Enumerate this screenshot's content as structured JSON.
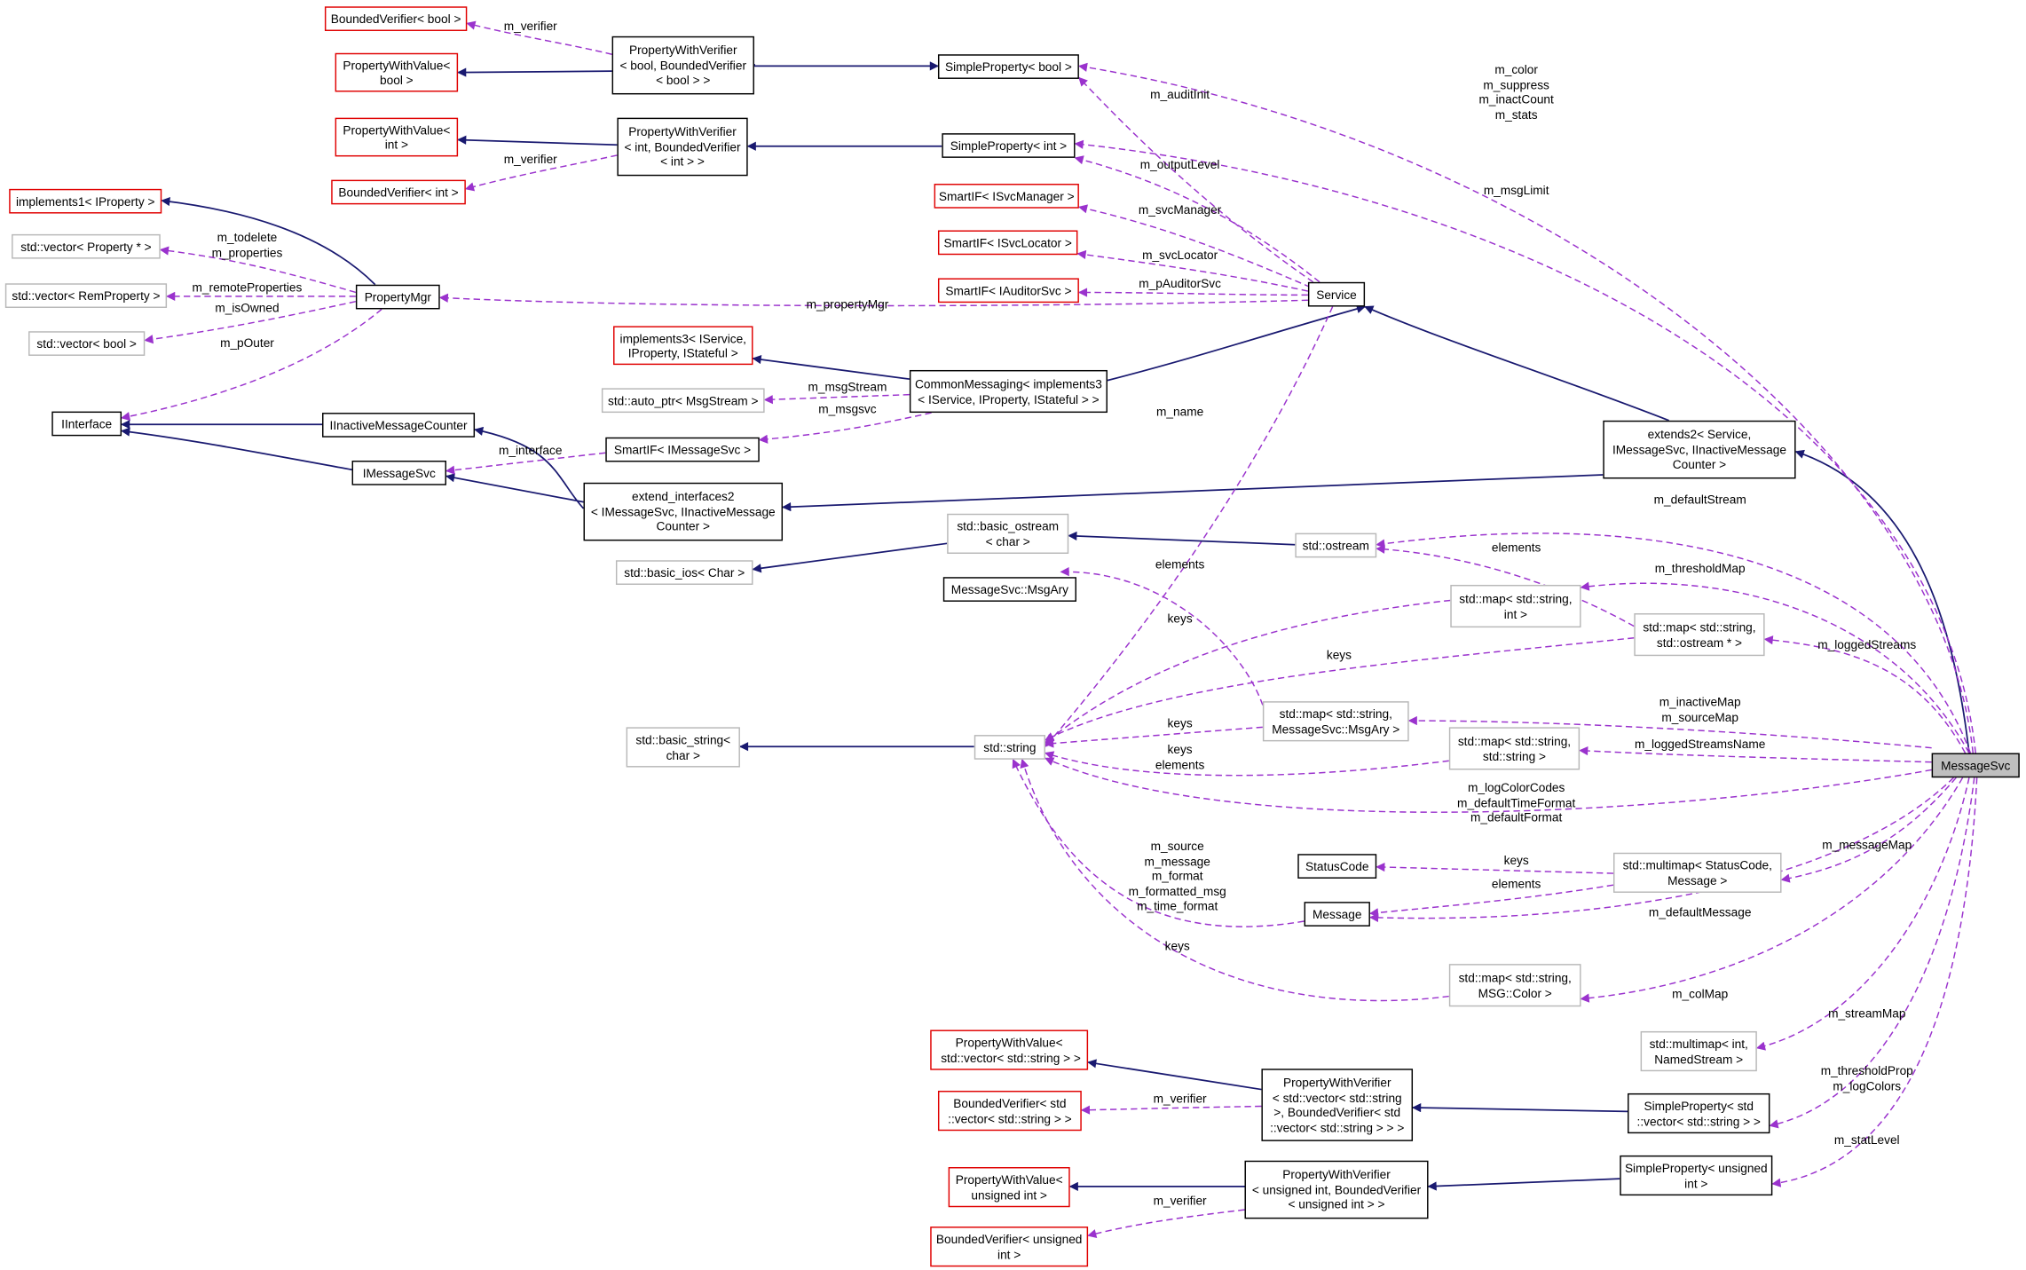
{
  "colors": {
    "inheritance": "#191970",
    "usage": "#9a32cd",
    "node_border": "#000000",
    "undocumented_border": "#e00000",
    "external_border": "#b8b8b8",
    "focus_fill": "#bfbfbf"
  },
  "nodes": {
    "bv_bool": "BoundedVerifier< bool >",
    "pwv_bool": "PropertyWithValue<\nbool >",
    "pwver_bool": "PropertyWithVerifier\n< bool, BoundedVerifier\n< bool > >",
    "sp_bool": "SimpleProperty< bool >",
    "pwv_int": "PropertyWithValue<\nint >",
    "pwver_int": "PropertyWithVerifier\n< int, BoundedVerifier\n< int > >",
    "sp_int": "SimpleProperty< int >",
    "bv_int": "BoundedVerifier< int >",
    "impl1": "implements1< IProperty >",
    "sif_svcmgr": "SmartIF< ISvcManager >",
    "sif_svcloc": "SmartIF< ISvcLocator >",
    "sif_auditor": "SmartIF< IAuditorSvc >",
    "vec_prop": "std::vector< Property * >",
    "vec_rem": "std::vector< RemProperty >",
    "propmgr": "PropertyMgr",
    "vec_bool": "std::vector< bool >",
    "service": "Service",
    "impl3": "implements3< IService,\nIProperty, IStateful >",
    "common": "CommonMessaging< implements3\n< IService, IProperty, IStateful > >",
    "autoptr": "std::auto_ptr< MsgStream >",
    "iinterface": "IInterface",
    "iinactive": "IInactiveMessageCounter",
    "extends2": "extends2< Service,\nIMessageSvc, IInactiveMessage\nCounter >",
    "sif_msgsvc": "SmartIF< IMessageSvc >",
    "imsgsvc": "IMessageSvc",
    "extif2": "extend_interfaces2\n< IMessageSvc, IInactiveMessage\nCounter >",
    "basic_ostream": "std::basic_ostream\n< char >",
    "ostream": "std::ostream",
    "basic_ios": "std::basic_ios< Char >",
    "msgary": "MessageSvc::MsgAry",
    "map_int": "std::map< std::string,\nint >",
    "map_ostream": "std::map< std::string,\nstd::ostream * >",
    "basic_string": "std::basic_string<\nchar >",
    "string": "std::string",
    "map_msgary": "std::map< std::string,\nMessageSvc::MsgAry >",
    "map_string": "std::map< std::string,\nstd::string >",
    "messagesvc": "MessageSvc",
    "statuscode": "StatusCode",
    "multimap_sc": "std::multimap< StatusCode,\nMessage >",
    "message": "Message",
    "map_color": "std::map< std::string,\nMSG::Color >",
    "multimap_int": "std::multimap< int,\nNamedStream >",
    "pwv_vec": "PropertyWithValue<\n std::vector< std::string > >",
    "pwver_vec": "PropertyWithVerifier\n< std::vector< std::string\n>, BoundedVerifier< std\n::vector< std::string > > >",
    "bv_vec": "BoundedVerifier< std\n::vector< std::string > >",
    "sp_vec": "SimpleProperty< std\n::vector< std::string > >",
    "pwv_uint": "PropertyWithValue<\nunsigned int >",
    "pwver_uint": "PropertyWithVerifier\n< unsigned int, BoundedVerifier\n< unsigned int > >",
    "sp_uint": "SimpleProperty< unsigned\nint >",
    "bv_uint": "BoundedVerifier< unsigned\nint >"
  },
  "edge_labels": {
    "m_verifier_bool": "m_verifier",
    "m_verifier_int": "m_verifier",
    "m_verifier_vec": "m_verifier",
    "m_verifier_uint": "m_verifier",
    "m_color_group": "m_color\nm_suppress\nm_inactCount\nm_stats",
    "m_auditInit": "m_auditInit",
    "m_msgLimit": "m_msgLimit",
    "m_outputLevel": "m_outputLevel",
    "m_svcManager": "m_svcManager",
    "m_svcLocator": "m_svcLocator",
    "m_pAuditorSvc": "m_pAuditorSvc",
    "m_propertyMgr": "m_propertyMgr",
    "m_todelete": "m_todelete\nm_properties",
    "m_remoteProperties": "m_remoteProperties",
    "m_isOwned": "m_isOwned",
    "m_pOuter": "m_pOuter",
    "m_msgStream": "m_msgStream",
    "m_msgsvc": "m_msgsvc",
    "m_interface": "m_interface",
    "m_name": "m_name",
    "m_defaultStream": "m_defaultStream",
    "elements_ostream": "elements",
    "m_thresholdMap": "m_thresholdMap",
    "elements_string": "elements",
    "keys_mapint": "keys",
    "m_loggedStreams": "m_loggedStreams",
    "keys_mapostream": "keys",
    "m_inactiveMap": "m_inactiveMap\nm_sourceMap",
    "keys_msgary": "keys",
    "keys_elements_map": "keys\nelements",
    "m_loggedStreamsName": "m_loggedStreamsName",
    "m_logColorCodes": "m_logColorCodes\nm_defaultTimeFormat\nm_defaultFormat",
    "m_source_group": "m_source\nm_message\nm_format\nm_formatted_msg\nm_time_format",
    "keys_sc": "keys",
    "elements_msg": "elements",
    "m_messageMap": "m_messageMap",
    "m_defaultMessage": "m_defaultMessage",
    "keys_color": "keys",
    "m_colMap": "m_colMap",
    "m_streamMap": "m_streamMap",
    "m_thresholdProp": "m_thresholdProp\nm_logColors",
    "m_statLevel": "m_statLevel"
  }
}
